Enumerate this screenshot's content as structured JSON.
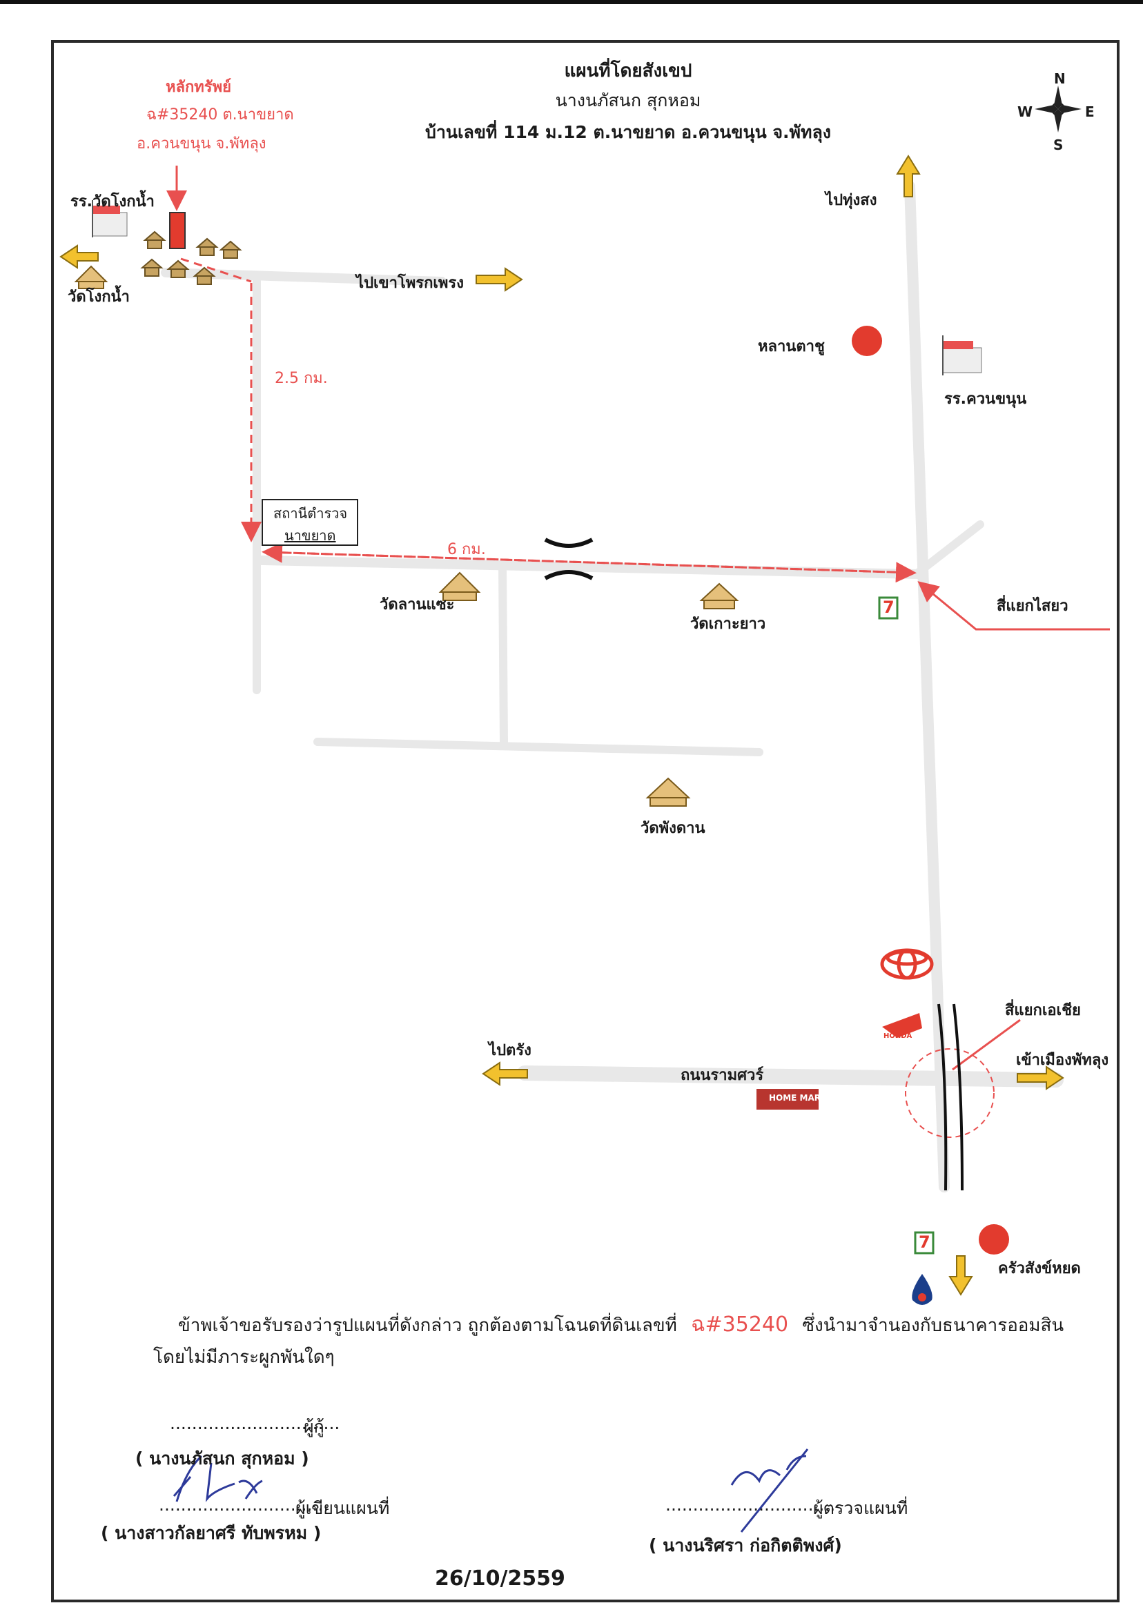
{
  "header": {
    "title": "แผนที่โดยสังเขป",
    "owner": "นางนภัสนก สุกหอม",
    "address": "บ้านเลขที่ 114  ม.12  ต.นาขยาด  อ.ควนขนุน  จ.พัทลุง"
  },
  "compass": {
    "n": "N",
    "s": "S",
    "e": "E",
    "w": "W"
  },
  "collateral": {
    "line1": "หลักทรัพย์",
    "line2": "ฉ#35240 ต.นาขยาด",
    "line3": "อ.ควนขนุน จ.พัทลุง"
  },
  "places": {
    "school_wat_khong_nam": "รร.วัดโงกน้ำ",
    "wat_khong_nam": "วัดโงกน้ำ",
    "to_khao_phrak_phraeng": "ไปเขาโพรกเพรง",
    "to_thung_song": "ไปทุ่งสง",
    "lan_ta_chu": "หลานตาชู",
    "school_khuan_khanun": "รร.ควนขนุน",
    "dist_2_5": "2.5 กม.",
    "police_line1": "สถานีตำรวจ",
    "police_line2": "นาขยาด",
    "dist_6": "6 กม.",
    "wat_lan_sae": "วัดลานแซะ",
    "wat_ko_yao": "วัดเกาะยาว",
    "sai_yaeo_junction": "สี่แยกไสยว",
    "wat_phang_dan": "วัดพังดาน",
    "asia_junction": "สี่แยกเอเชีย",
    "to_trang": "ไปตรัง",
    "rama_road": "ถนนรามศวร์",
    "to_phatthalung": "เข้าเมืองพัทลุง",
    "krua_sang_yot": "ครัวสังข์หยด",
    "home_mart": "HOME MART",
    "honda": "HONDA",
    "seven_eleven": "7"
  },
  "statement": {
    "line1_before": "ข้าพเจ้าขอรับรองว่ารูปแผนที่ดังกล่าว  ถูกต้องตามโฉนดที่ดินเลขที่",
    "deed_no": "ฉ#35240",
    "line1_after": "ซึ่งนำมาจำนองกับธนาคารออมสิน",
    "line2": "โดยไม่มีภาระผูกพันใดๆ"
  },
  "signatures": {
    "borrower_dots": "...............................",
    "borrower_role": "ผู้กู้",
    "borrower_name": "( นางนภัสนก สุกหอม )",
    "writer_dots": "...............................",
    "writer_role": "ผู้เขียนแผนที่",
    "writer_name": "( นางสาวกัลยาศรี ทับพรหม )",
    "checker_dots": "...............................",
    "checker_role": "ผู้ตรวจแผนที่",
    "checker_name": "( นางนริศรา  ก่อกิตติพงศ์)"
  },
  "date": "26/10/2559",
  "colors": {
    "accent_red": "#e8504f",
    "arrow_yellow": "#f2c12e",
    "road_gray": "#e6e6e6"
  }
}
